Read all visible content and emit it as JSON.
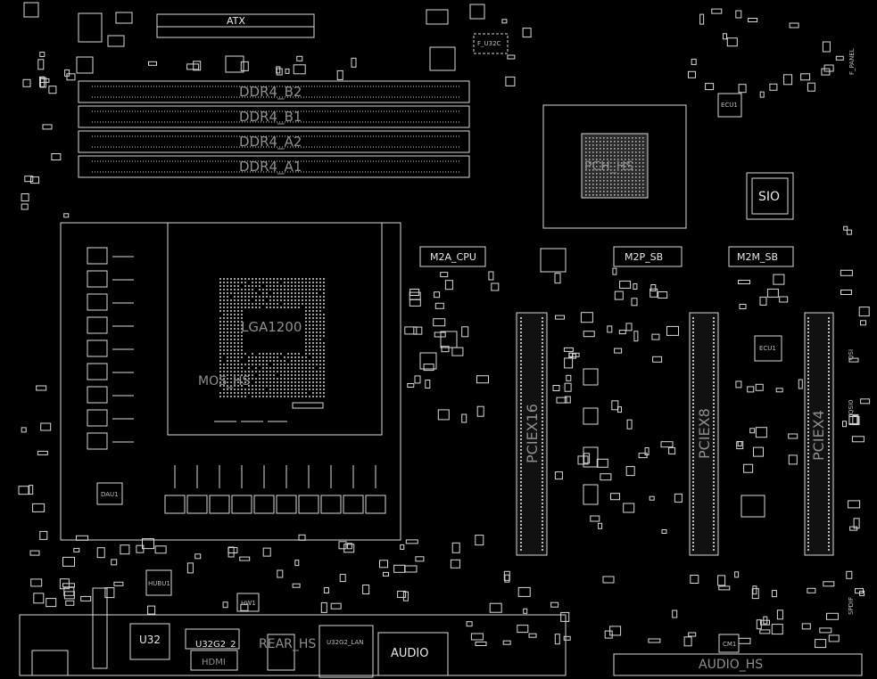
{
  "board": {
    "background": "#000000",
    "line_color": "#d8d8d8",
    "dim_label_color": "#8f8f8f"
  },
  "labels": {
    "atx": "ATX",
    "ddr_b2": "DDR4_B2",
    "ddr_b1": "DDR4_B1",
    "ddr_a2": "DDR4_A2",
    "ddr_a1": "DDR4_A1",
    "pch": "PCH_HS",
    "sio": "SIO",
    "f_u32c": "F_U32C",
    "m2a": "M2A_CPU",
    "m2p": "M2P_SB",
    "m2m": "M2M_SB",
    "socket": "LGA1200",
    "mos": "MOS_HS",
    "pciex16": "PCIEX16",
    "pciex8": "PCIEX8",
    "pciex4": "PCIEX4",
    "ec1": "ECU1",
    "daui": "DAU1",
    "hubu1": "HUBU1",
    "hw1": "HW1",
    "cm1": "CM1",
    "u32": "U32",
    "u32g2": "U32G2_2",
    "hdmi": "HDMI",
    "rear_hs": "REAR_HS",
    "lan": "U32G2_LAN",
    "audio": "AUDIO",
    "audio_hs": "AUDIO_HS",
    "f_panel": "F_PANEL",
    "spdif": "SPDIF",
    "qsi": "QSI",
    "qsi0": "QSI0"
  }
}
